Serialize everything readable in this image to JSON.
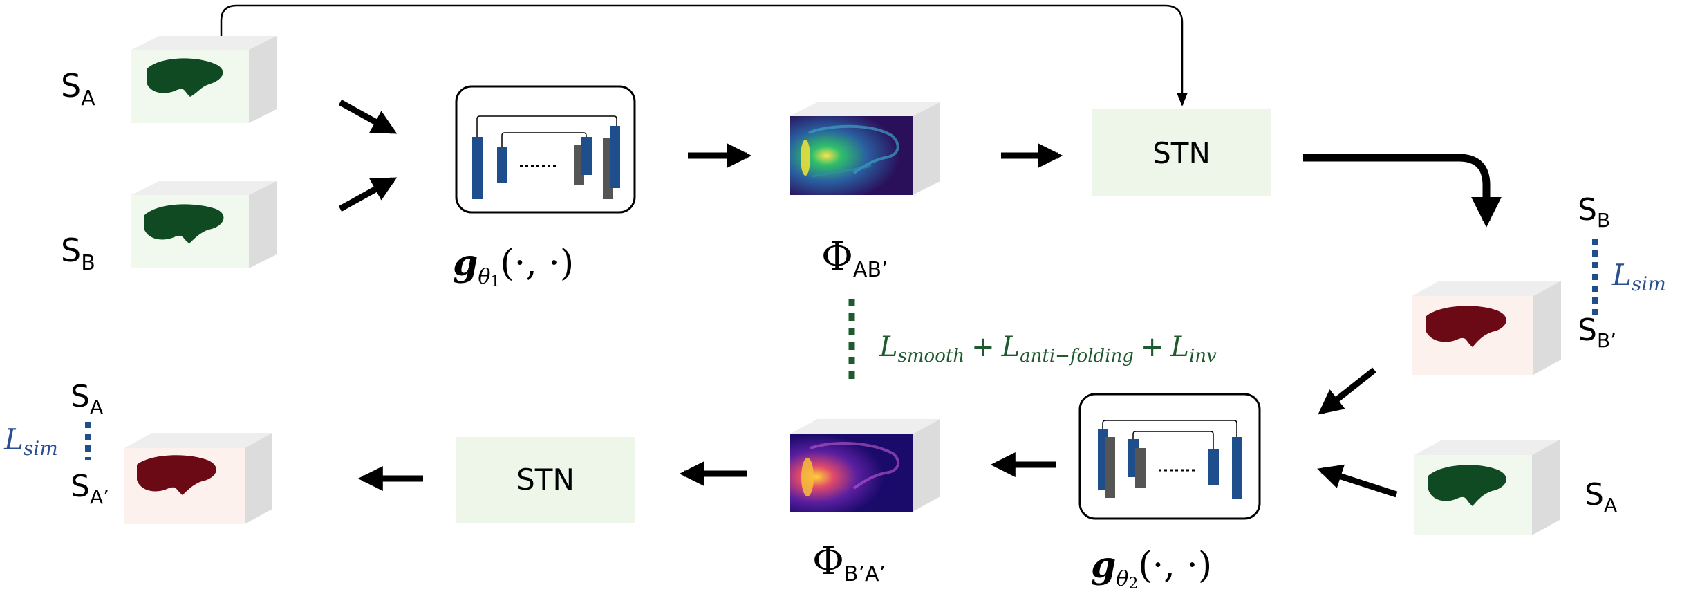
{
  "labels": {
    "sa_top": {
      "main": "S",
      "sub": "A"
    },
    "sb_left": {
      "main": "S",
      "sub": "B"
    },
    "g1": {
      "g": "g",
      "theta": "θ",
      "idx": "1",
      "args": "(·, ·)"
    },
    "phi_ab": {
      "phi": "Φ",
      "sub": "AB’"
    },
    "stn_top": "STN",
    "sb_right": {
      "main": "S",
      "sub": "B"
    },
    "l_sim_right": {
      "main": "L",
      "sub": "sim"
    },
    "sb_prime": {
      "main": "S",
      "sub": "B’"
    },
    "loss_terms": {
      "l1": "L",
      "s1": "smooth",
      "plus1": "+",
      "l2": "L",
      "s2": "anti−folding",
      "plus2": "+",
      "l3": "L",
      "s3": "inv"
    },
    "sa_bottom_left": {
      "main": "S",
      "sub": "A"
    },
    "l_sim_left": {
      "main": "L",
      "sub": "sim"
    },
    "sa_prime": {
      "main": "S",
      "sub": "A’"
    },
    "stn_bottom": "STN",
    "phi_ba": {
      "phi": "Φ",
      "sub": "B’A’"
    },
    "g2": {
      "g": "g",
      "theta": "θ",
      "idx": "2",
      "args": "(·, ·)"
    },
    "sa_right": {
      "main": "S",
      "sub": "A"
    }
  },
  "colors": {
    "green_liver": "#0f4a22",
    "red_liver": "#6b0a14",
    "green_box": "#f1f8ee",
    "red_box": "#fdf1ee",
    "cube_side": "#dedede",
    "cube_top": "#ececec",
    "stn_box": "#eef6ea",
    "unet_blue": "#1f4e8c",
    "unet_gray": "#555555",
    "loss_green": "#1e5a2e",
    "sim_blue": "#2c4f8f",
    "heatmap_bg": "#2a0f5a"
  }
}
